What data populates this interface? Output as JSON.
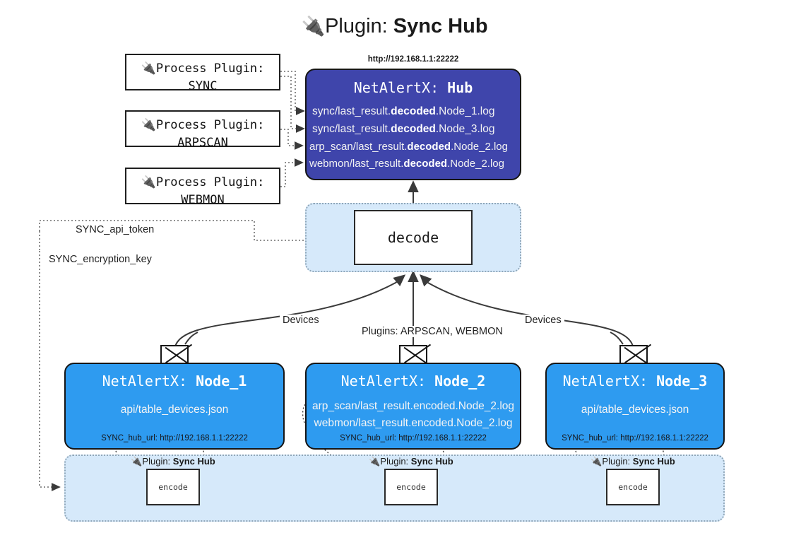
{
  "title": {
    "icon": "plug-icon",
    "glyph": "🔌",
    "prefix": "Plugin: ",
    "name": "Sync Hub"
  },
  "colors": {
    "hub_fill": "#3f45ab",
    "node_fill": "#2e9bf0",
    "band_fill": "#d6e9fa",
    "band_border": "#8fa6b8",
    "outline": "#151515",
    "page_bg": "#ffffff"
  },
  "process_plugins": [
    {
      "glyph": "🔌",
      "line1": "Process Plugin:",
      "line2": "SYNC"
    },
    {
      "glyph": "🔌",
      "line1": "Process Plugin:",
      "line2": "ARPSCAN"
    },
    {
      "glyph": "🔌",
      "line1": "Process Plugin:",
      "line2": "WEBMON"
    }
  ],
  "hub": {
    "url": "http://192.168.1.1:22222",
    "title_prefix": "NetAlertX: ",
    "title_name": "Hub",
    "logs": [
      {
        "pre": "sync/last_result.",
        "strong": "decoded",
        "post": ".Node_1.log"
      },
      {
        "pre": "sync/last_result.",
        "strong": "decoded",
        "post": ".Node_3.log"
      },
      {
        "pre": "arp_scan/last_result.",
        "strong": "decoded",
        "post": ".Node_2.log"
      },
      {
        "pre": "webmon/last_result.",
        "strong": "decoded",
        "post": ".Node_2.log"
      }
    ]
  },
  "decode": {
    "label": "decode"
  },
  "tokens": [
    {
      "label": "SYNC_api_token"
    },
    {
      "label": "SYNC_encryption_key"
    }
  ],
  "edge_labels": {
    "devices_left": "Devices",
    "plugins_center": "Plugins: ARPSCAN, WEBMON",
    "devices_right": "Devices"
  },
  "nodes": [
    {
      "title_prefix": "NetAlertX: ",
      "title_name": "Node_1",
      "logs": [
        "api/table_devices.json"
      ],
      "hub_url_label": "SYNC_hub_url: http://192.168.1.1:22222"
    },
    {
      "title_prefix": "NetAlertX: ",
      "title_name": "Node_2",
      "logs": [
        "arp_scan/last_result.encoded.Node_2.log",
        "webmon/last_result.encoded.Node_2.log"
      ],
      "hub_url_label": "SYNC_hub_url: http://192.168.1.1:22222"
    },
    {
      "title_prefix": "NetAlertX: ",
      "title_name": "Node_3",
      "logs": [
        "api/table_devices.json"
      ],
      "hub_url_label": "SYNC_hub_url: http://192.168.1.1:22222"
    }
  ],
  "encoders": [
    {
      "caption_glyph": "🔌",
      "caption_prefix": "Plugin: ",
      "caption_name": "Sync Hub",
      "label": "encode"
    },
    {
      "caption_glyph": "🔌",
      "caption_prefix": "Plugin: ",
      "caption_name": "Sync Hub",
      "label": "encode"
    },
    {
      "caption_glyph": "🔌",
      "caption_prefix": "Plugin: ",
      "caption_name": "Sync Hub",
      "label": "encode"
    }
  ]
}
